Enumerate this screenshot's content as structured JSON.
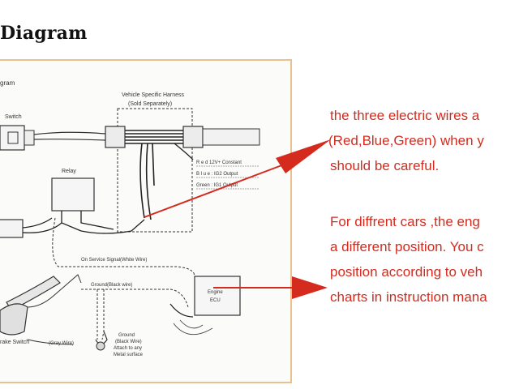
{
  "heading": "Diagram",
  "diagram": {
    "title_fragment": "gram",
    "harness_title": "Vehicle Specific Harness",
    "harness_subtitle": "(Sold Separately)",
    "switch_label": "Switch",
    "relay_label": "Relay",
    "harness_notes": [
      "R e d 12V+ Constant",
      "B l u e : IG2 Output",
      "Green : IG1 Output"
    ],
    "brake_switch_label": "rake Switch",
    "signal_wire_label": "On Service Signal(White Wire)",
    "ground_wire_label": "Ground(Black wire)",
    "gray_wire_label": "(Gray Wire)",
    "engine_ecu_label": [
      "Engine",
      "ECU"
    ],
    "ground_note": [
      "Ground",
      "(Black Wire)",
      "Attach to any",
      "Metal surface"
    ]
  },
  "annotations": {
    "note_top": [
      "the three electric wires a",
      "(Red,Blue,Green) when y",
      " should be careful."
    ],
    "note_bottom": [
      "For diffrent cars ,the eng",
      "a different position. You c",
      "position according to veh",
      "charts in instruction mana"
    ]
  },
  "colors": {
    "annotation_red": "#d42b1e",
    "frame_border": "#e9c08e"
  }
}
